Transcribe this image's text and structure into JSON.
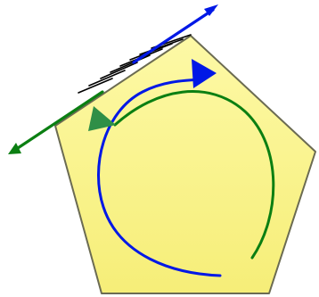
{
  "colors": {
    "pentagon_fill_top": "#fdf9a6",
    "pentagon_fill_bottom": "#f6ee78",
    "pentagon_stroke": "#6b6b52",
    "blue": "#0018e6",
    "green": "#0b7f12",
    "green_arrowhead": "#2f8f47",
    "black_lines": "#000000"
  },
  "diagram": {
    "shape": "pentagon",
    "arrows": [
      {
        "name": "tangent-arrow-blue",
        "color": "blue",
        "direction": "up-right"
      },
      {
        "name": "tangent-arrow-green",
        "color": "green",
        "direction": "down-left"
      },
      {
        "name": "circular-arrow-blue",
        "color": "blue",
        "direction": "clockwise"
      },
      {
        "name": "circular-arrow-green",
        "color": "green",
        "direction": "counterclockwise"
      }
    ]
  }
}
